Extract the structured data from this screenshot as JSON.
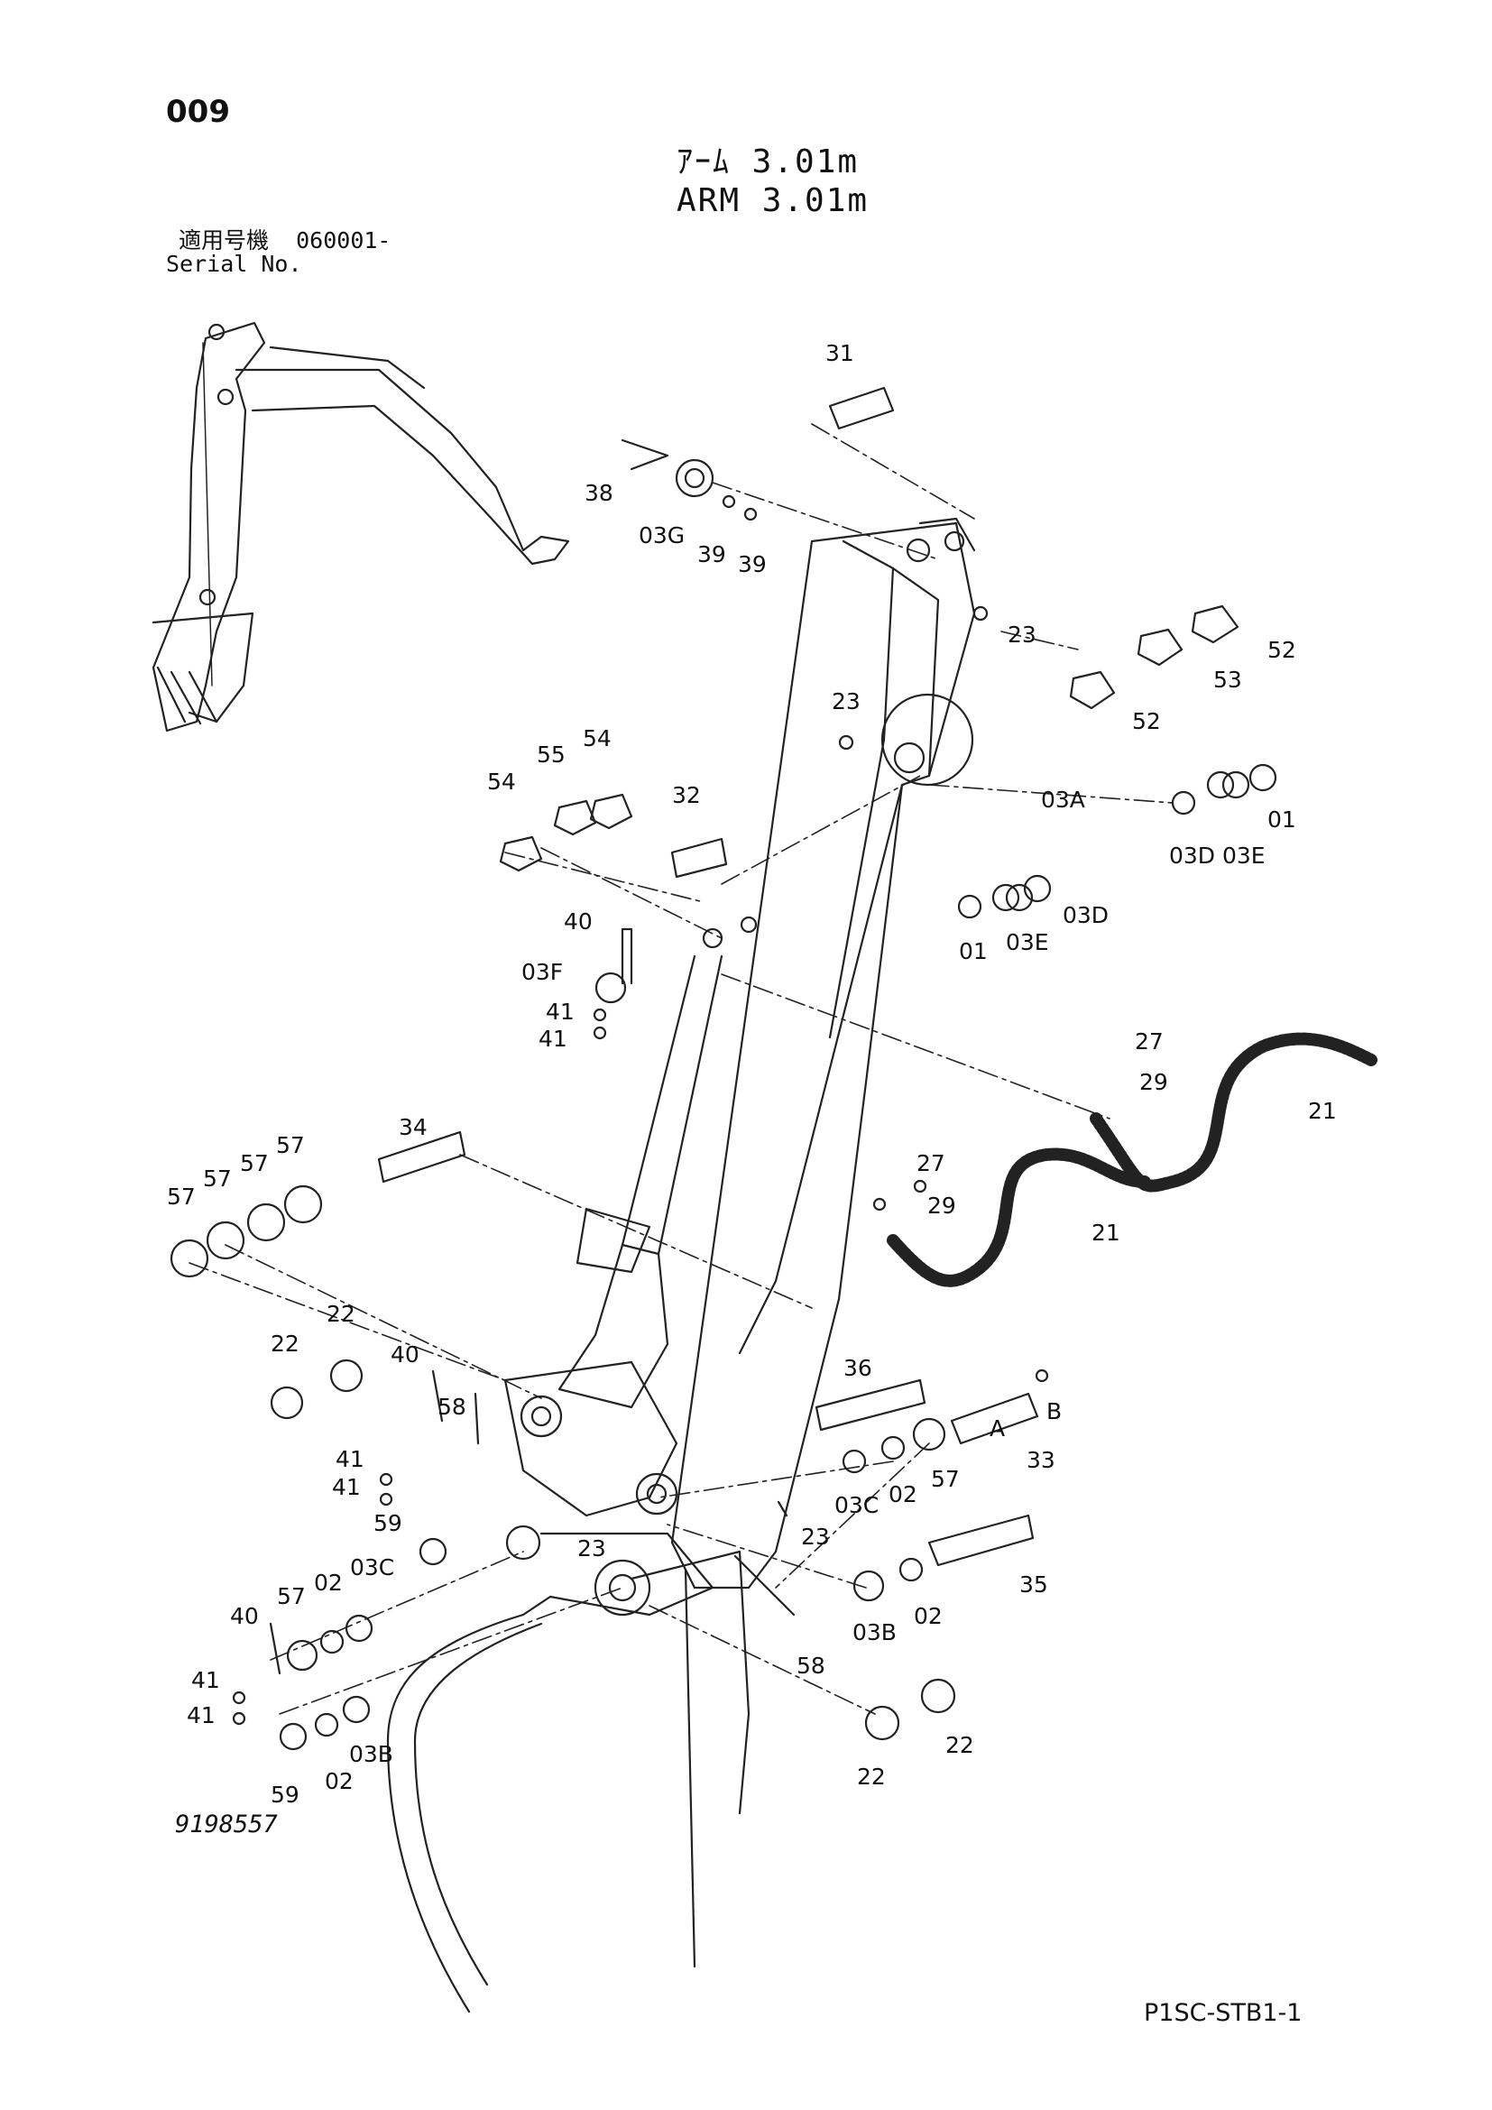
{
  "header": {
    "page_number": "009",
    "title_jp": "ｱｰﾑ 3.01m",
    "title_en": "ARM 3.01m",
    "serial_label_jp": "適用号機",
    "serial_value": "060001-",
    "serial_label_en": "Serial No."
  },
  "footer": {
    "drawing_number": "9198557",
    "sheet_code": "P1SC-STB1-1"
  },
  "callouts": [
    "31",
    "38",
    "03G",
    "39",
    "39",
    "23",
    "52",
    "53",
    "52",
    "23",
    "54",
    "55",
    "54",
    "32",
    "03A",
    "40",
    "03F",
    "41",
    "41",
    "01",
    "03E",
    "03D",
    "01",
    "03E",
    "03D",
    "27",
    "29",
    "21",
    "34",
    "57",
    "57",
    "57",
    "57",
    "27",
    "29",
    "21",
    "22",
    "22",
    "40",
    "58",
    "41",
    "41",
    "36",
    "A",
    "B",
    "33",
    "03C",
    "02",
    "57",
    "59",
    "23",
    "23",
    "03B",
    "02",
    "35",
    "40",
    "57",
    "02",
    "03C",
    "41",
    "41",
    "59",
    "02",
    "03B",
    "58",
    "22",
    "22"
  ]
}
